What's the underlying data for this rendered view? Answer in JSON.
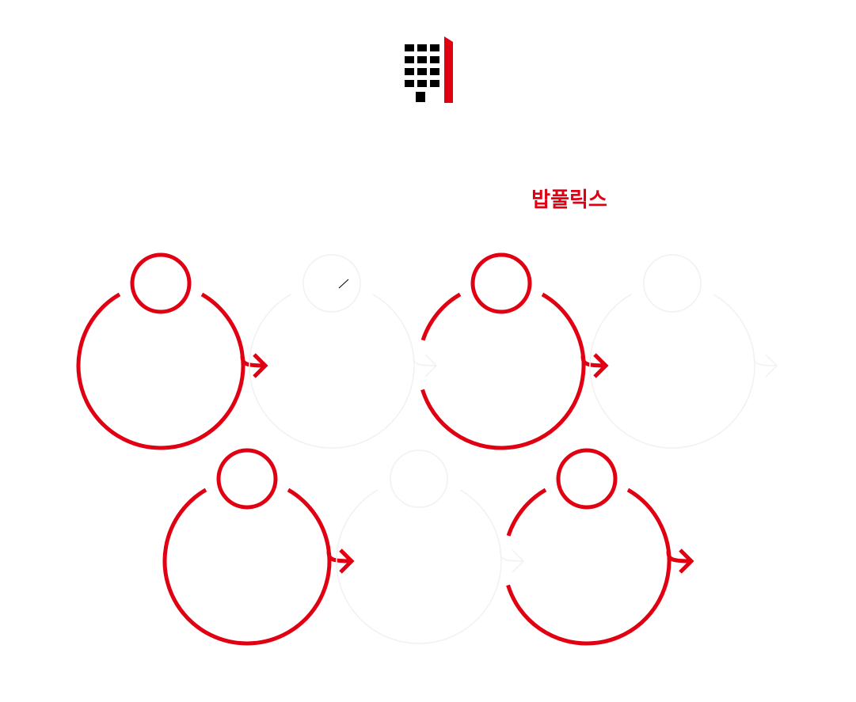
{
  "brand": {
    "name": "밥풀릭스",
    "logo_icon": "building-icon",
    "colors": {
      "accent": "#e00012",
      "logo_dark": "#000000",
      "ghost": "#f1f1f1"
    }
  },
  "cycle": {
    "steps": [
      {
        "icon": "cycle-arrow-icon",
        "style": "red",
        "gap": false
      },
      {
        "icon": "cycle-arrow-icon",
        "style": "ghost",
        "gap": false
      },
      {
        "icon": "cycle-arrow-icon",
        "style": "red",
        "gap": true
      },
      {
        "icon": "cycle-arrow-icon",
        "style": "ghost",
        "gap": false
      },
      {
        "icon": "cycle-arrow-icon",
        "style": "red",
        "gap": false
      },
      {
        "icon": "cycle-arrow-icon",
        "style": "ghost",
        "gap": false
      },
      {
        "icon": "cycle-arrow-icon",
        "style": "red",
        "gap": true
      }
    ]
  }
}
